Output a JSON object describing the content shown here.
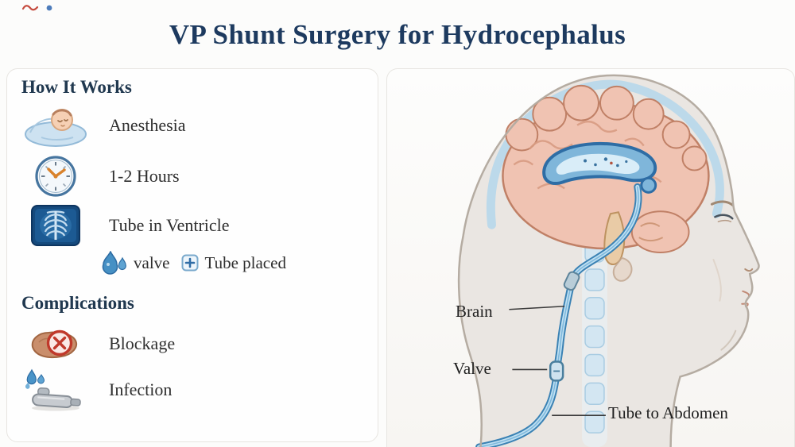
{
  "title": "VP Shunt Surgery for Hydrocephalus",
  "how_it_works": {
    "heading": "How It Works",
    "items": [
      {
        "icon": "anesthesia-icon",
        "label": "Anesthesia"
      },
      {
        "icon": "clock-icon",
        "label": "1-2 Hours"
      },
      {
        "icon": "xray-icon",
        "label": "Tube in Ventricle"
      }
    ],
    "valve_row": {
      "droplets_icon": "water-droplets-icon",
      "valve_label": "valve",
      "plus_icon": "plus-box-icon",
      "tube_label": "Tube placed"
    }
  },
  "complications": {
    "heading": "Complications",
    "items": [
      {
        "icon": "blockage-icon",
        "label": "Blockage"
      },
      {
        "icon": "infection-icon",
        "label": "Infection"
      }
    ]
  },
  "diagram_labels": {
    "brain": "Brain",
    "valve": "Valve",
    "tube": "Tube to Abdomen"
  },
  "colors": {
    "title_navy": "#1d3a5f",
    "heading_navy": "#20384f",
    "body_text": "#2e2e2e",
    "tube_blue": "#3b82b4",
    "brain_pink": "#f0c3b2",
    "ventricle_blue": "#7fb6da",
    "complication_red": "#c0392b",
    "skin_gray": "#eae6e2"
  }
}
